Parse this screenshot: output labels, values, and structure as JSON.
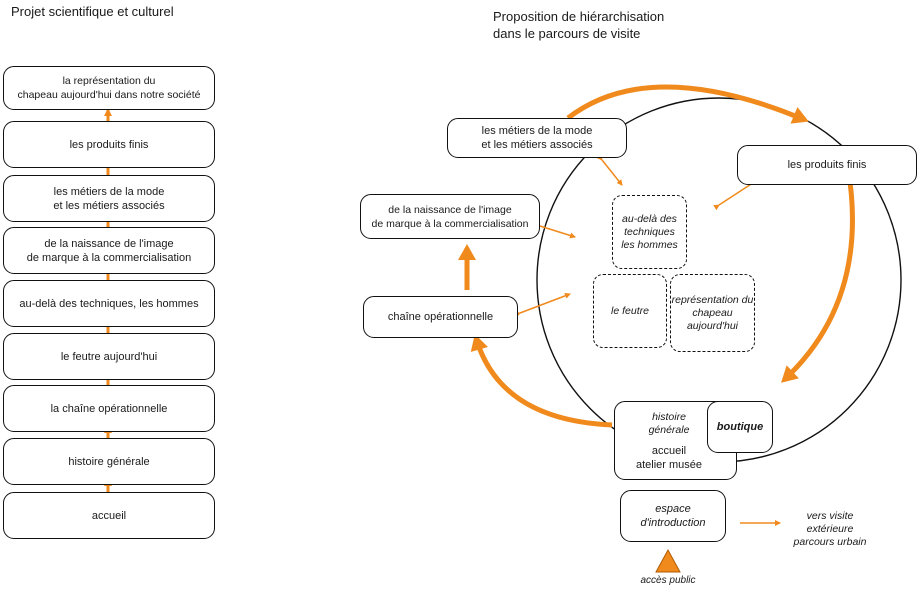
{
  "left": {
    "title": "Projet scientifique et culturel",
    "boxes": [
      "la représentation du\nchapeau aujourd'hui dans notre société",
      "les produits finis",
      "les métiers de la mode\net les métiers associés",
      "de la naissance de l'image\nde marque à la commercialisation",
      "au-delà des techniques, les hommes",
      "le feutre aujourd'hui",
      "la chaîne opérationnelle",
      "histoire générale",
      "accueil"
    ]
  },
  "right": {
    "title_line1": "Proposition de hiérarchisation",
    "title_line2": "dans le parcours de visite",
    "metiers": "les métiers de la mode\net les métiers associés",
    "produits": "les produits finis",
    "naissance": "de la naissance de l'image\nde marque à la commercialisation",
    "chaine": "chaîne opérationnelle",
    "circle_items": {
      "hommes": "au-delà des\ntechniques\nles hommes",
      "feutre": "le feutre",
      "representation": "représentation du\nchapeau\naujourd'hui"
    },
    "accueil_group": {
      "histoire": "histoire\ngénérale",
      "accueil": "accueil\natelier musée",
      "boutique": "boutique"
    },
    "espace": "espace\nd'introduction",
    "vers": "vers visite\nextérieure\nparcours urbain",
    "acces": "accès public"
  },
  "colors": {
    "accent": "#f08a1c",
    "line": "#111111"
  }
}
